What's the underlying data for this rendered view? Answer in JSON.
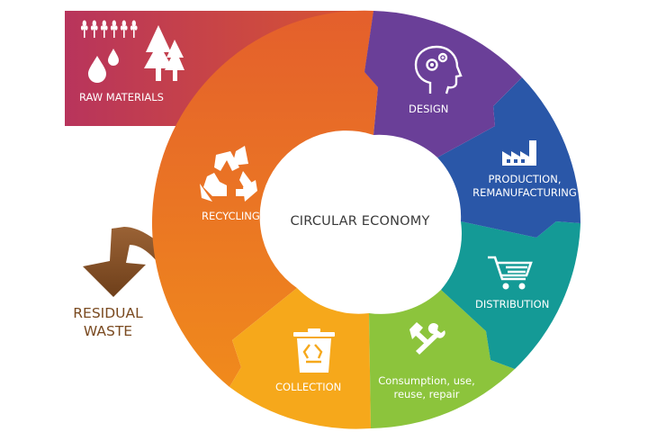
{
  "diagram": {
    "center_title": "CIRCULAR ECONOMY",
    "stages": [
      {
        "id": "raw-materials",
        "label": "RAW MATERIALS",
        "color": "#b7355a",
        "icon": "wheat-water-trees-icon"
      },
      {
        "id": "design",
        "label": "DESIGN",
        "color": "#6a3f98",
        "icon": "head-gears-icon"
      },
      {
        "id": "production",
        "label": "PRODUCTION,\nREMANUFACTURING",
        "color": "#2a57a8",
        "icon": "factory-icon"
      },
      {
        "id": "distribution",
        "label": "DISTRIBUTION",
        "color": "#149a96",
        "icon": "cart-icon"
      },
      {
        "id": "consumption",
        "label": "Consumption, use,\nreuse, repair",
        "color": "#8cc43c",
        "icon": "tools-icon"
      },
      {
        "id": "collection",
        "label": "COLLECTION",
        "color": "#f6a81b",
        "icon": "recycle-bin-icon"
      },
      {
        "id": "recycling",
        "label": "RECYCLING",
        "color": "#ec7d22",
        "icon": "recycle-icon"
      }
    ],
    "residual_waste": {
      "label": "RESIDUAL\nWASTE",
      "color": "#7a4a20"
    }
  }
}
